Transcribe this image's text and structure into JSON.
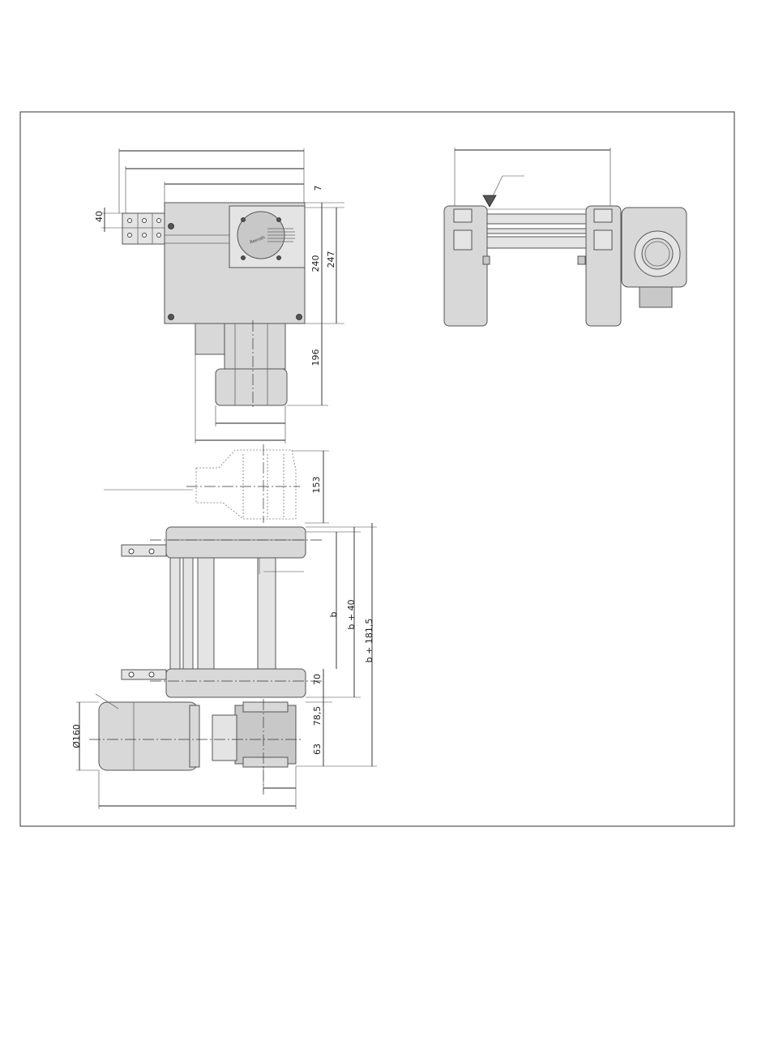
{
  "dimensions": {
    "d_40": "40",
    "d_7": "7",
    "d_240": "240",
    "d_247": "247",
    "d_196": "196",
    "d_153": "153",
    "d_b": "b",
    "d_b40": "b + 40",
    "d_b1815": "b + 181,5",
    "d_70": "70",
    "d_785": "78,5",
    "d_63": "63",
    "d_160": "Ø160"
  },
  "motor_logo": "Rexroth",
  "colors": {
    "part_fill": "#d8d8d8",
    "part_stroke": "#555555",
    "frame": "#333333"
  }
}
